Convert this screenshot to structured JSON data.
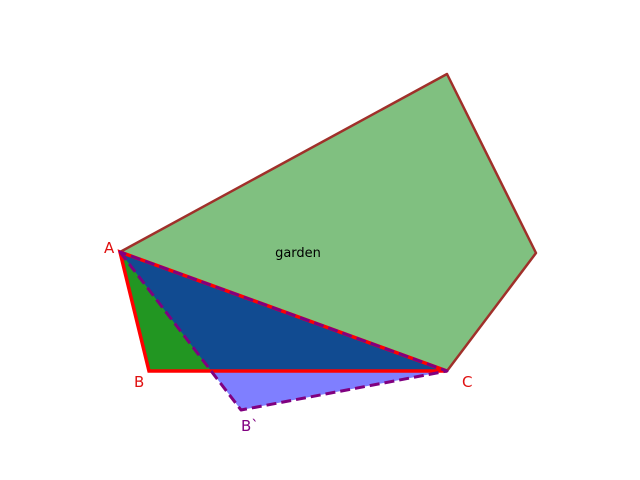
{
  "diagram": {
    "region_label": "garden",
    "points": {
      "A": "A",
      "B": "B",
      "C": "C",
      "B_prime": "B`"
    },
    "colors": {
      "garden_fill": "#80c080",
      "garden_edge": "#a0302a",
      "triangle_ABC_fill": "#229622",
      "triangle_ABC_edge": "#ff0000",
      "triangle_ABprimeC_fill": "#0000ff",
      "triangle_ABprimeC_edge": "#800080",
      "label_red": "#e01010",
      "label_purple": "#800080"
    }
  }
}
